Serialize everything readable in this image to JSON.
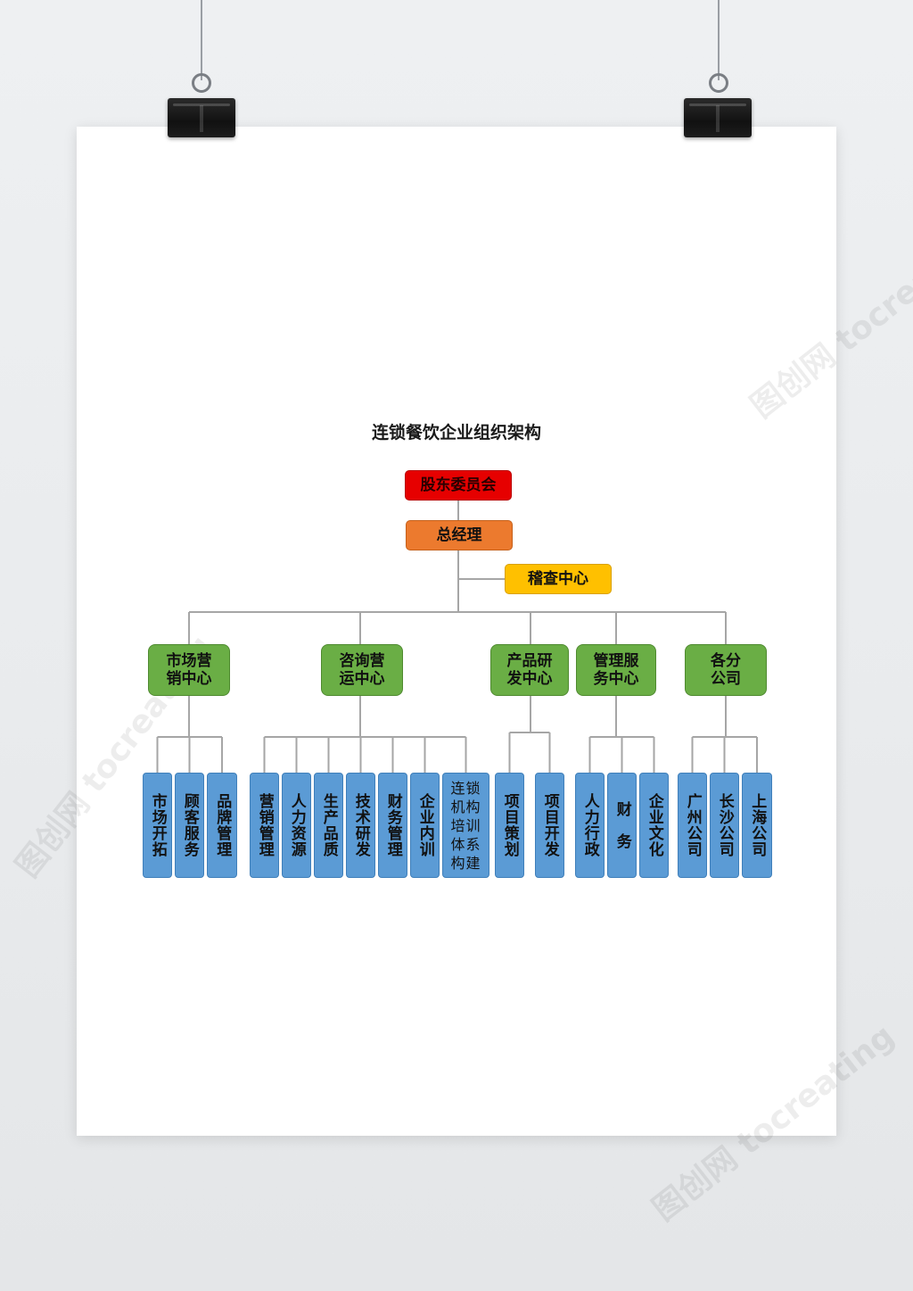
{
  "chart": {
    "title": "连锁餐饮企业组织架构",
    "top": "股东委员会",
    "gm": "总经理",
    "audit": "稽查中心",
    "centers": [
      {
        "label": "市场营\n销中心"
      },
      {
        "label": "咨询营\n运中心"
      },
      {
        "label": "产品研\n发中心"
      },
      {
        "label": "管理服\n务中心"
      },
      {
        "label": "各分\n公司"
      }
    ],
    "departments": [
      "市场开拓",
      "顾客服务",
      "品牌管理",
      "营销管理",
      "人力资源",
      "生产品质",
      "技术研发",
      "财务管理",
      "企业内训",
      "连锁\n机构\n培训\n体系\n构建",
      "项目策划",
      "项目开发",
      "人力行政",
      "财　务",
      "企业文化",
      "广州公司",
      "长沙公司",
      "上海公司"
    ]
  },
  "colors": {
    "top": "#e60000",
    "gm": "#ec7a2e",
    "audit": "#ffc000",
    "center": "#6aae45",
    "department": "#5b9bd5",
    "connector": "#a6a6a6"
  },
  "watermark": "图创网 tocreating"
}
